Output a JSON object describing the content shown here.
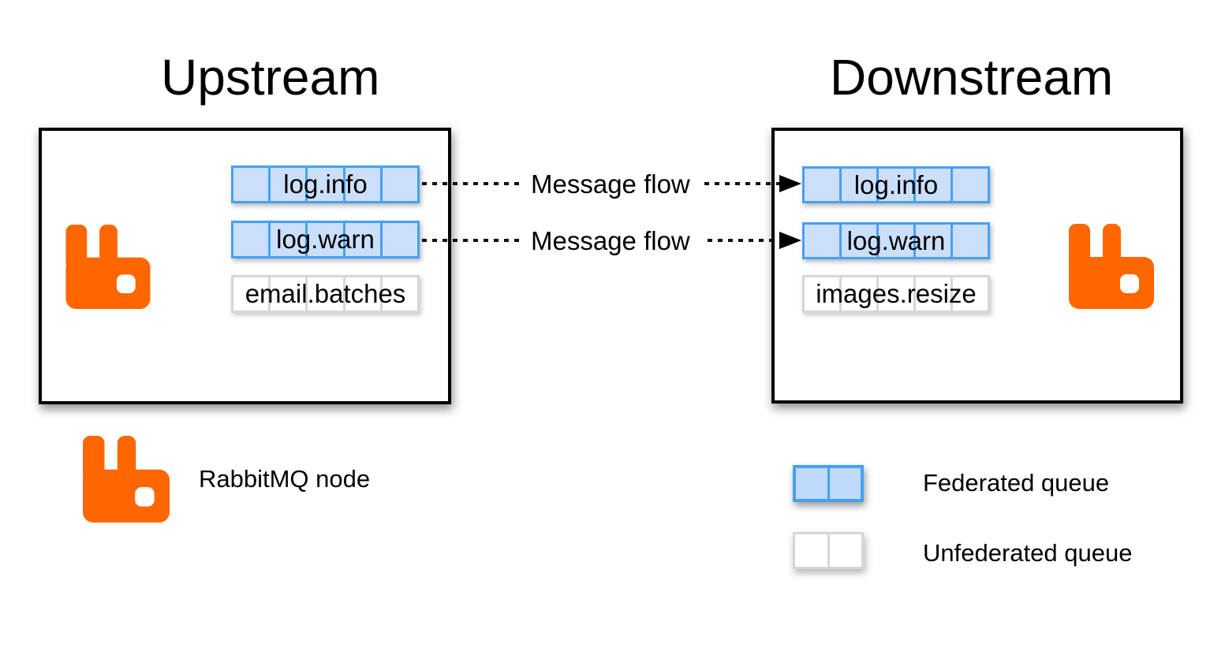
{
  "titles": {
    "upstream": "Upstream",
    "downstream": "Downstream"
  },
  "upstream_node": {
    "queues": [
      {
        "name": "log.info",
        "federated": true
      },
      {
        "name": "log.warn",
        "federated": true
      },
      {
        "name": "email.batches",
        "federated": false
      }
    ]
  },
  "downstream_node": {
    "queues": [
      {
        "name": "log.info",
        "federated": true
      },
      {
        "name": "log.warn",
        "federated": true
      },
      {
        "name": "images.resize",
        "federated": false
      }
    ]
  },
  "flows": [
    {
      "label": "Message flow"
    },
    {
      "label": "Message flow"
    }
  ],
  "legend": {
    "node_label": "RabbitMQ node",
    "federated_label": "Federated queue",
    "unfederated_label": "Unfederated queue"
  },
  "icons": {
    "rabbitmq_logo": "rabbitmq-logo-icon",
    "arrowhead": "arrowhead-right-icon"
  },
  "colors": {
    "rabbit_orange": "#ff6600",
    "federated_border": "#45a1f5",
    "federated_fill": "#cbdffa",
    "unfederated_border": "#d6d6d6",
    "unfederated_fill": "#ffffff",
    "box_border": "#000000",
    "text": "#000000",
    "flow_line": "#111111"
  }
}
